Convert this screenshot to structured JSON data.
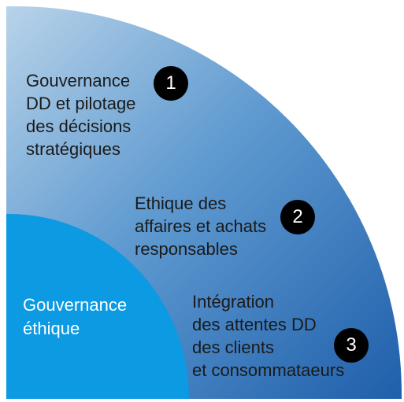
{
  "colors": {
    "quadrant_light": "#b8d3e9",
    "quadrant_mid": "#5f9ad0",
    "quadrant_dark": "#1f5fab",
    "inner_fill": "#0c9ae2",
    "badge_fill": "#000000"
  },
  "diagram": {
    "inner": {
      "lines": [
        "Gouvernance",
        "éthique"
      ]
    },
    "items": [
      {
        "number": "1",
        "lines": [
          "Gouvernance",
          "DD et pilotage",
          "des décisions",
          "stratégiques"
        ]
      },
      {
        "number": "2",
        "lines": [
          "Ethique des",
          "affaires et achats",
          "responsables"
        ]
      },
      {
        "number": "3",
        "lines": [
          "Intégration",
          "des attentes DD",
          "des clients",
          "et consommataeurs"
        ]
      }
    ]
  }
}
